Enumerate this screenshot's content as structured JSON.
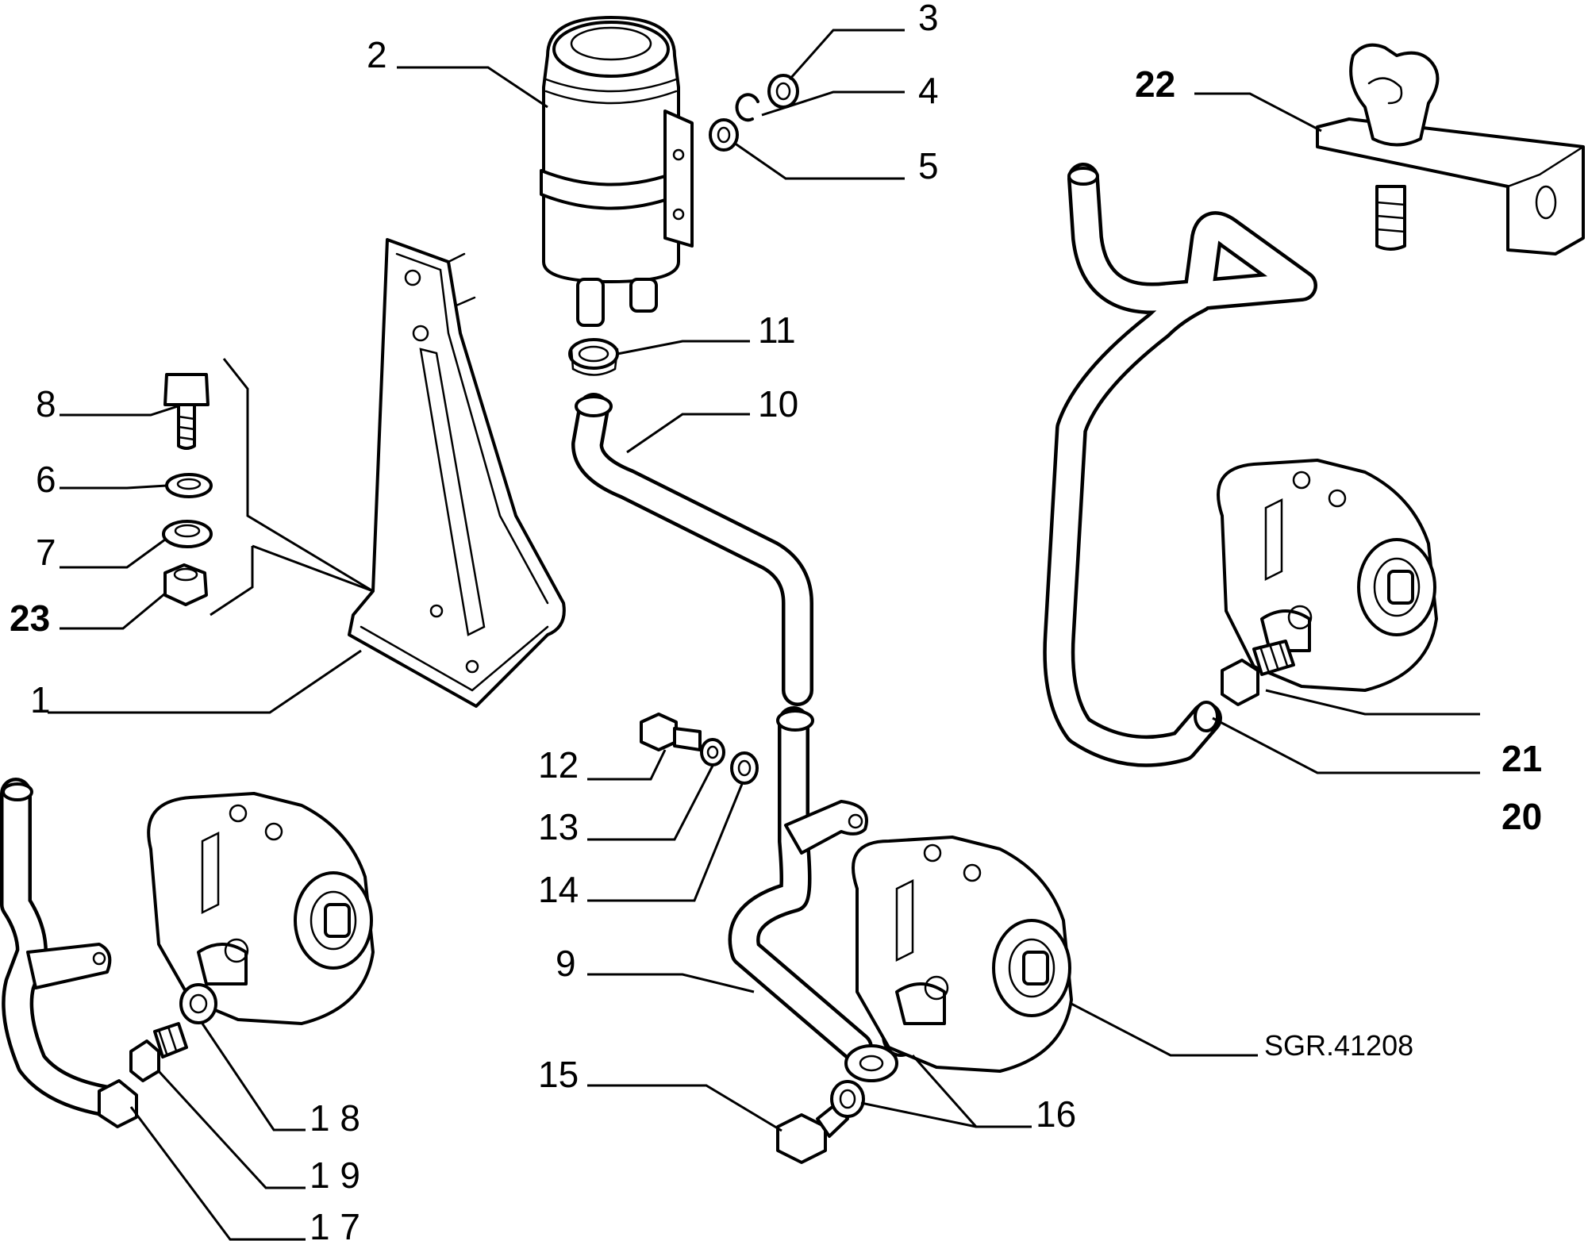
{
  "diagram": {
    "callouts": [
      {
        "id": "1",
        "text": "1"
      },
      {
        "id": "2",
        "text": "2"
      },
      {
        "id": "3",
        "text": "3"
      },
      {
        "id": "4",
        "text": "4"
      },
      {
        "id": "5",
        "text": "5"
      },
      {
        "id": "6",
        "text": "6"
      },
      {
        "id": "7",
        "text": "7"
      },
      {
        "id": "8",
        "text": "8"
      },
      {
        "id": "9",
        "text": "9"
      },
      {
        "id": "10",
        "text": "10"
      },
      {
        "id": "11",
        "text": "11"
      },
      {
        "id": "12",
        "text": "12"
      },
      {
        "id": "13",
        "text": "13"
      },
      {
        "id": "14",
        "text": "14"
      },
      {
        "id": "15",
        "text": "15"
      },
      {
        "id": "16",
        "text": "16"
      },
      {
        "id": "17",
        "text": "1 7"
      },
      {
        "id": "18",
        "text": "1 8"
      },
      {
        "id": "19",
        "text": "1 9"
      },
      {
        "id": "20",
        "text": "20"
      },
      {
        "id": "21",
        "text": "21"
      },
      {
        "id": "22",
        "text": "22"
      },
      {
        "id": "23",
        "text": "23"
      }
    ],
    "drawing_code": "SGR.41208"
  }
}
